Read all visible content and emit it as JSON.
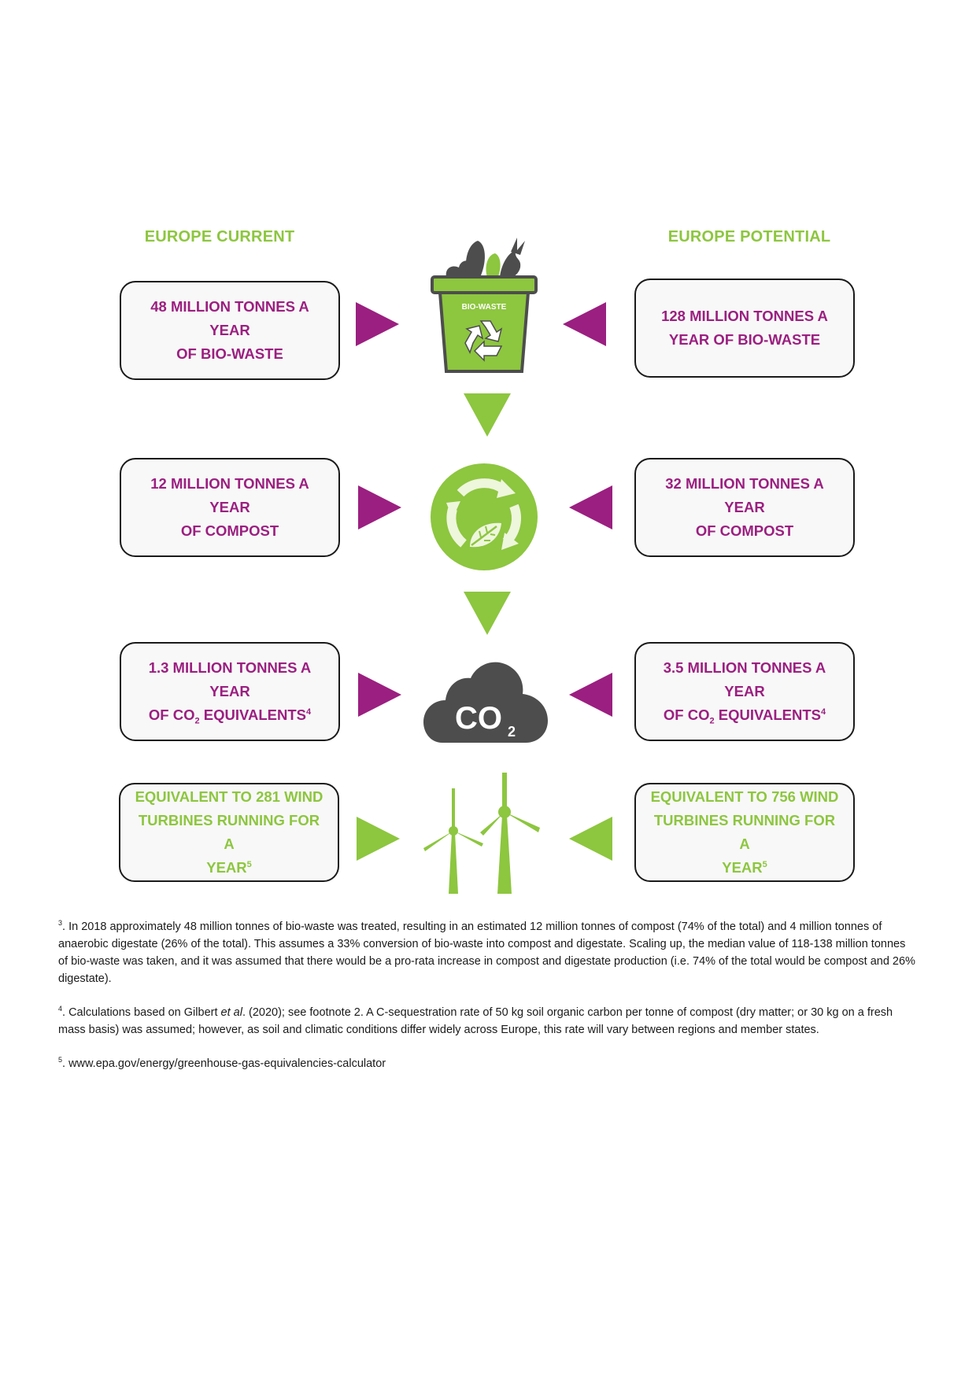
{
  "headers": {
    "current": "EUROPE CURRENT",
    "potential": "EUROPE POTENTIAL"
  },
  "rows": [
    {
      "left_line1": "48 MILLION TONNES A YEAR",
      "left_line2": "OF BIO-WASTE",
      "right_line1": "128 MILLION TONNES A",
      "right_line2": "YEAR OF BIO-WASTE"
    },
    {
      "left_line1": "12 MILLION TONNES A YEAR",
      "left_line2": "OF COMPOST",
      "right_line1": "32 MILLION TONNES A YEAR",
      "right_line2": "OF COMPOST"
    },
    {
      "left_line1": "1.3 MILLION TONNES A YEAR",
      "left_pre": "OF CO",
      "left_sub": "2",
      "left_post": " EQUIVALENTS",
      "left_sup": "4",
      "right_line1": "3.5 MILLION TONNES A YEAR",
      "right_pre": "OF CO",
      "right_sub": "2",
      "right_post": " EQUIVALENTS",
      "right_sup": "4"
    },
    {
      "left_line1": "EQUIVALENT TO 281 WIND",
      "left_line2": "TURBINES RUNNING FOR A",
      "left_line3": "YEAR",
      "left_sup": "5",
      "right_line1": "EQUIVALENT TO 756 WIND",
      "right_line2": "TURBINES RUNNING FOR A",
      "right_line3": "YEAR",
      "right_sup": "5"
    }
  ],
  "icons": {
    "bin_label": "BIO-WASTE",
    "co2_label": "CO",
    "co2_sub": "2",
    "colors": {
      "purple": "#9b1f80",
      "green": "#8dc63f",
      "dark_grey": "#4d4d4d"
    }
  },
  "footnotes": [
    {
      "mark": "3",
      "text": ". In 2018 approximately 48 million tonnes of bio-waste was treated, resulting in an estimated 12 million tonnes of compost (74% of the total) and 4 million tonnes of anaerobic digestate (26% of the total). This assumes a 33% conversion of bio-waste into compost and digestate. Scaling up, the median value of 118-138 million tonnes of bio-waste was taken, and it was assumed that there would be a pro-rata increase in compost and digestate production (i.e. 74% of the total would be compost and 26% digestate)."
    },
    {
      "mark": "4",
      "pre": ". Calculations based on Gilbert ",
      "italic": "et al",
      "post": ". (2020); see footnote 2. A C-sequestration rate of 50 kg soil organic carbon per tonne of compost (dry matter; or 30 kg on a fresh mass basis) was assumed; however, as soil and climatic conditions differ widely across Europe, this rate will vary between regions and member states."
    },
    {
      "mark": "5",
      "text": ". www.epa.gov/energy/greenhouse-gas-equivalencies-calculator"
    }
  ]
}
